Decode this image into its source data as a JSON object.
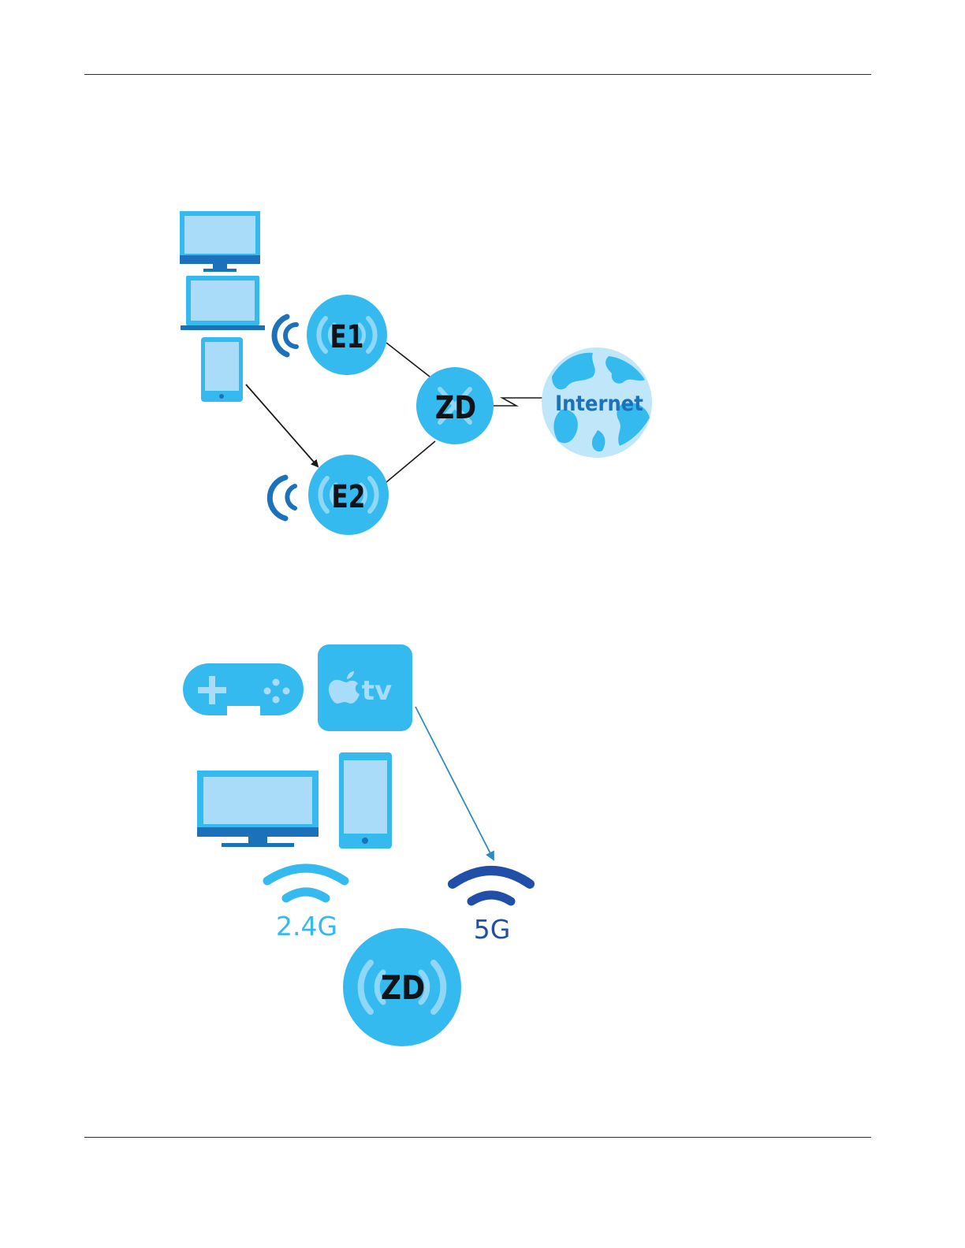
{
  "colors": {
    "node": "#35baf0",
    "node_inner": "#8fd7f7",
    "dark_blue": "#1b72bb",
    "device_light": "#a8dcf8",
    "globe_land": "#35baf0",
    "globe_sea": "#bfe6f9",
    "band_24": "#35baf0",
    "band_5": "#1f4fa6",
    "line": "#1a1a1a",
    "arrow_blue": "#2a8cc4"
  },
  "diagram_roaming": {
    "nodes": [
      {
        "id": "e1",
        "label": "E1",
        "icon": "wifi-access-point-icon"
      },
      {
        "id": "e2",
        "label": "E2",
        "icon": "wifi-access-point-icon"
      },
      {
        "id": "zd",
        "label": "ZD",
        "icon": "router-icon"
      }
    ],
    "internet_label": "Internet",
    "devices": [
      "monitor-icon",
      "laptop-icon",
      "tablet-icon"
    ]
  },
  "diagram_band_steering": {
    "appletv_label": "tv",
    "band_24_label": "2.4G",
    "band_5_label": "5G",
    "router_label": "ZD",
    "devices": [
      "gamepad-icon",
      "apple-tv-icon",
      "monitor-icon",
      "phone-icon"
    ]
  }
}
